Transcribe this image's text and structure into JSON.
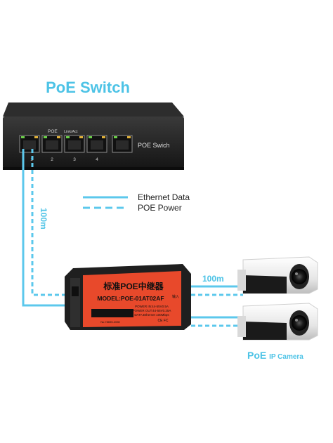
{
  "title": "PoE Switch",
  "switch": {
    "poe_label": "POE",
    "link_label": "Link/Act",
    "port_numbers": [
      "1",
      "2",
      "3",
      "4"
    ],
    "name": "POE Swich"
  },
  "legend": {
    "data_label": "Ethernet Data",
    "power_label": "POE Power"
  },
  "cable": {
    "vertical_distance": "100m",
    "horizontal_distance": "100m"
  },
  "extender": {
    "title_cn": "标准POE中继器",
    "model": "MODEL:POE-01AT02AF",
    "power_in": "POWER IN:44-55V0.5A",
    "power_out": "POWER OUT:44-55V0.25A",
    "data": "DATA:Ethernet 100Mbps",
    "marks": "CE FC",
    "side_cn": "输入",
    "serial": "No.78690-2050"
  },
  "camera": {
    "label_main": "PoE",
    "label_sub": "IP Camera"
  },
  "colors": {
    "cable": "#5cc8ec",
    "title": "#4dc3e6",
    "extender_red": "#e8492b",
    "switch_body": "#1e1e1e"
  }
}
